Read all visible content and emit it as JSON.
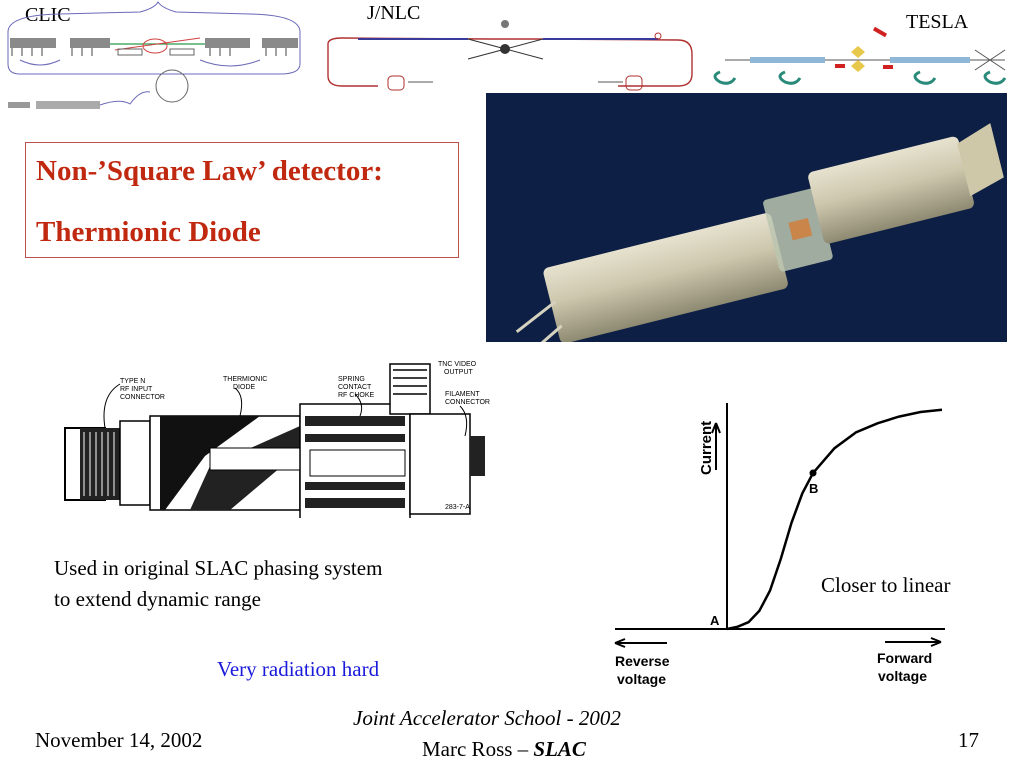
{
  "header": {
    "clic_label": "CLIC",
    "jnlc_label": "J/NLC",
    "tesla_label": "TESLA"
  },
  "title": {
    "line1": "Non-’Square Law’ detector:",
    "line2": "Thermionic Diode"
  },
  "schematic": {
    "labels": {
      "rf_input": "TYPE N\nRF INPUT\nCONNECTOR",
      "diode": "THERMIONIC\nDIODE",
      "choke": "SPRING\nCONTACT\nRF CHOKE",
      "video": "TNC VIDEO\nOUTPUT",
      "filament": "FILAMENT\nCONNECTOR",
      "figure_no": "283-7-A"
    }
  },
  "body": {
    "caption_line1": "Used in original SLAC phasing system",
    "caption_line2": "to extend dynamic range",
    "radiation": "Very radiation hard",
    "linear_note": "Closer to linear"
  },
  "chart_data": {
    "type": "line",
    "title": "",
    "ylabel": "Current",
    "xlabel_left": "Reverse voltage",
    "xlabel_right": "Forward voltage",
    "points_labels": [
      "A",
      "B"
    ],
    "curve": [
      [
        0,
        0
      ],
      [
        0.05,
        0.01
      ],
      [
        0.1,
        0.03
      ],
      [
        0.15,
        0.08
      ],
      [
        0.2,
        0.17
      ],
      [
        0.25,
        0.31
      ],
      [
        0.3,
        0.47
      ],
      [
        0.35,
        0.6
      ],
      [
        0.4,
        0.69
      ],
      [
        0.5,
        0.8
      ],
      [
        0.6,
        0.87
      ],
      [
        0.7,
        0.91
      ],
      [
        0.8,
        0.94
      ],
      [
        0.9,
        0.96
      ],
      [
        1.0,
        0.97
      ]
    ],
    "marked_point": [
      0.4,
      0.69
    ],
    "xlim": [
      0,
      1
    ],
    "ylim": [
      0,
      1
    ],
    "grid": false
  },
  "footer": {
    "date": "November 14, 2002",
    "school": "Joint Accelerator School - 2002",
    "author": "Marc Ross – ",
    "org": "SLAC",
    "page": "17"
  },
  "colors": {
    "title_red": "#c0280f",
    "box_border": "#c0504d",
    "blue_text": "#1a1adb"
  }
}
